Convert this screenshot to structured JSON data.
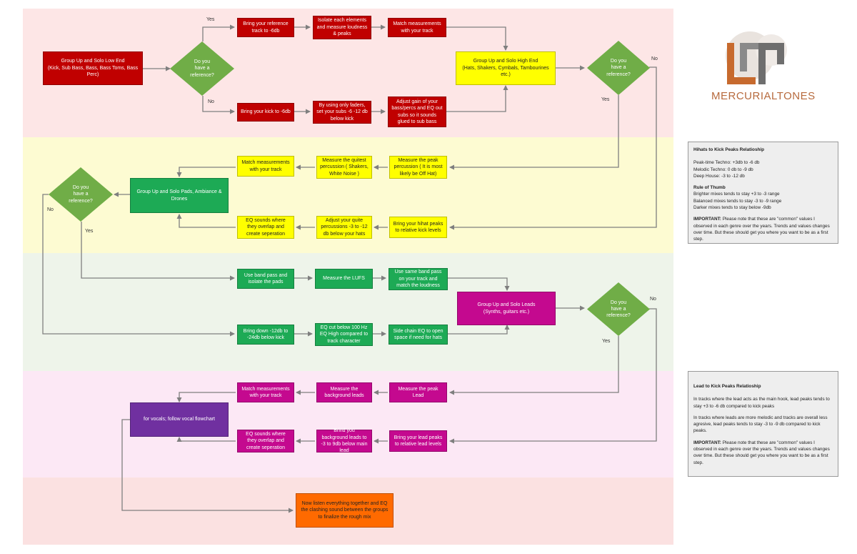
{
  "colors": {
    "red": "#c00000",
    "yellow": "#ffff00",
    "green": "#1daa55",
    "magenta": "#c4098f",
    "purple": "#7030a0",
    "orange": "#ff6a00",
    "diamond": "#70ad47",
    "arrow": "#7f7f7f"
  },
  "branch_labels": {
    "yes": "Yes",
    "no": "No"
  },
  "sections": {
    "low_end": {
      "start": "Group Up and Solo Low End\n(Kick, Sub Bass, Bass, Bass Toms, Bass Perc)",
      "decision": "Do you\nhave a\nreference?",
      "yes_steps": [
        "Bring your reference track to -6db",
        "Isolate each elements and measure loudness & peaks",
        "Match measurements with your track"
      ],
      "no_steps": [
        "Bring your kick to -6db",
        "By using only faders, set your subs -6 -12 db below kick",
        "Adjust gain of your bass/percs and EQ out subs so it sounds glued to sub bass"
      ]
    },
    "high_end": {
      "start": "Group Up and Solo High End\n(Hats, Shakers, Cymbals, Tambourines etc.)",
      "decision": "Do you\nhave a\nreference?",
      "yes_steps": [
        "Measure the peak percussion ( It is most likely be Off Hat)",
        "Measure the quitest percussion ( Shakers, White Noise )",
        "Match measurements with your track"
      ],
      "no_steps": [
        "Bring your hihat peaks to relative kick levels",
        "Adjust your quite percussions -3 to -12 db below your hats",
        "EQ sounds where they overlap and create seperation"
      ]
    },
    "pads": {
      "start": "Group Up and Solo Pads, Ambiance & Drones",
      "decision": "Do you\nhave a\nreference?",
      "yes_steps": [
        "Use band pass and isolate the pads",
        "Measure the LUFS",
        "Use same band pass on your track and match the loudness"
      ],
      "no_steps": [
        "Bring down -12db to -24db below kick",
        "EQ cut below 100 Hz EQ High compared to track character",
        "Side chain EQ to open space if need for hats"
      ]
    },
    "leads": {
      "start": "Group Up and Solo Leads\n(Synths, guitars etc.)",
      "decision": "Do you\nhave a\nreference?",
      "yes_steps": [
        "Measure the peak Lead",
        "Measure the background leads",
        "Match measurements with your track"
      ],
      "no_steps": [
        "Bring your lead peaks to relative lead levels",
        "Brind you background leads to -3 to 9db below main lead",
        "EQ sounds where they overlap and create seperation"
      ]
    },
    "vocals": {
      "start": "for vocals; follow vocal flowchart"
    },
    "final": "Now listen everything together and EQ the clashing sound between the groups to finalize the rough mix"
  },
  "logo": {
    "text": "MERCURIALTONES"
  },
  "panels": [
    {
      "title": "Hihats to Kick Peaks Relatioship",
      "lines": [
        "Peak-time Techno: +3db to -6 db",
        "Melodic Techno: 0 db to -9 db",
        "Deep House: -3 to -12 db"
      ],
      "subtitle": "Rule of Thumb",
      "rules": [
        "Brighter mixes tends to stay +3 to -3 range",
        "Balanced mixes tends to stay -3 to -9 range",
        "Darker mixes tends to stay below -9db"
      ],
      "important_label": "IMPORTANT:",
      "important_text": " Please note that these are \"common\" values I observed in each genre over the years. Trends and values changes over time. But these should get you where you want to be as a first step."
    },
    {
      "title": "Lead to Kick Peaks Relatioship",
      "para1": "In tracks where the lead acts as the main hook, lead peaks tends to stay +3 to -6 db compared to kick peaks",
      "para2": "In tracks where leads are more melodic and tracks are overall less agresive, lead peaks tends to stay -3 to -9 db compared to kick peaks.",
      "important_label": "IMPORTANT:",
      "important_text": " Please note that these are \"common\" values I observed in each genre over the years. Trends and values changes over time. But these should get you where you want to be as a first step."
    }
  ]
}
